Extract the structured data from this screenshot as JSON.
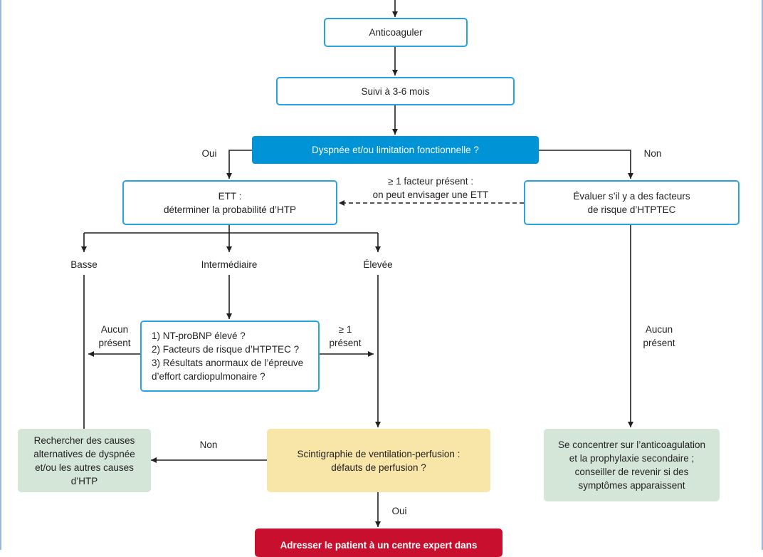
{
  "nodes": {
    "anticoaguler": "Anticoaguler",
    "suivi": "Suivi à 3-6 mois",
    "dyspnee": "Dyspnée et/ou limitation fonctionnelle ?",
    "ett": "ETT :\ndéterminer la probabilité d’HTP",
    "evaluer": "Évaluer s’il y a des facteurs\nde risque d’HTPTEC",
    "criteres": "1) NT-proBNP élevé ?\n2) Facteurs de risque d’HTPTEC ?\n3) Résultats anormaux de l’épreuve\n    d’effort cardiopulmonaire ?",
    "rechercher": "Rechercher des causes\nalternatives de dyspnée\net/ou les autres causes\nd’HTP",
    "scintigraphie": "Scintigraphie de ventilation-perfusion :\ndéfauts de perfusion ?",
    "concentrer": "Se concentrer sur l’anticoagulation\net la prophylaxie secondaire ;\nconseiller de revenir si des\nsymptômes apparaissent",
    "adresser": "Adresser le patient à un centre expert dans"
  },
  "labels": {
    "oui_top": "Oui",
    "non_top": "Non",
    "facteur_present": "≥ 1 facteur présent :\non peut envisager une ETT",
    "basse": "Basse",
    "intermediaire": "Intermédiaire",
    "elevee": "Élevée",
    "aucun_present_left": "Aucun\nprésent",
    "ge1_present": "≥ 1\nprésent",
    "aucun_present_right": "Aucun\nprésent",
    "non_bottom": "Non",
    "oui_bottom": "Oui"
  },
  "colors": {
    "outline": "#29a3dc",
    "decision_blue": "#0093d5",
    "green_fill": "#d3e6d7",
    "yellow_fill": "#f8e6a8",
    "red_fill": "#c8102e"
  }
}
